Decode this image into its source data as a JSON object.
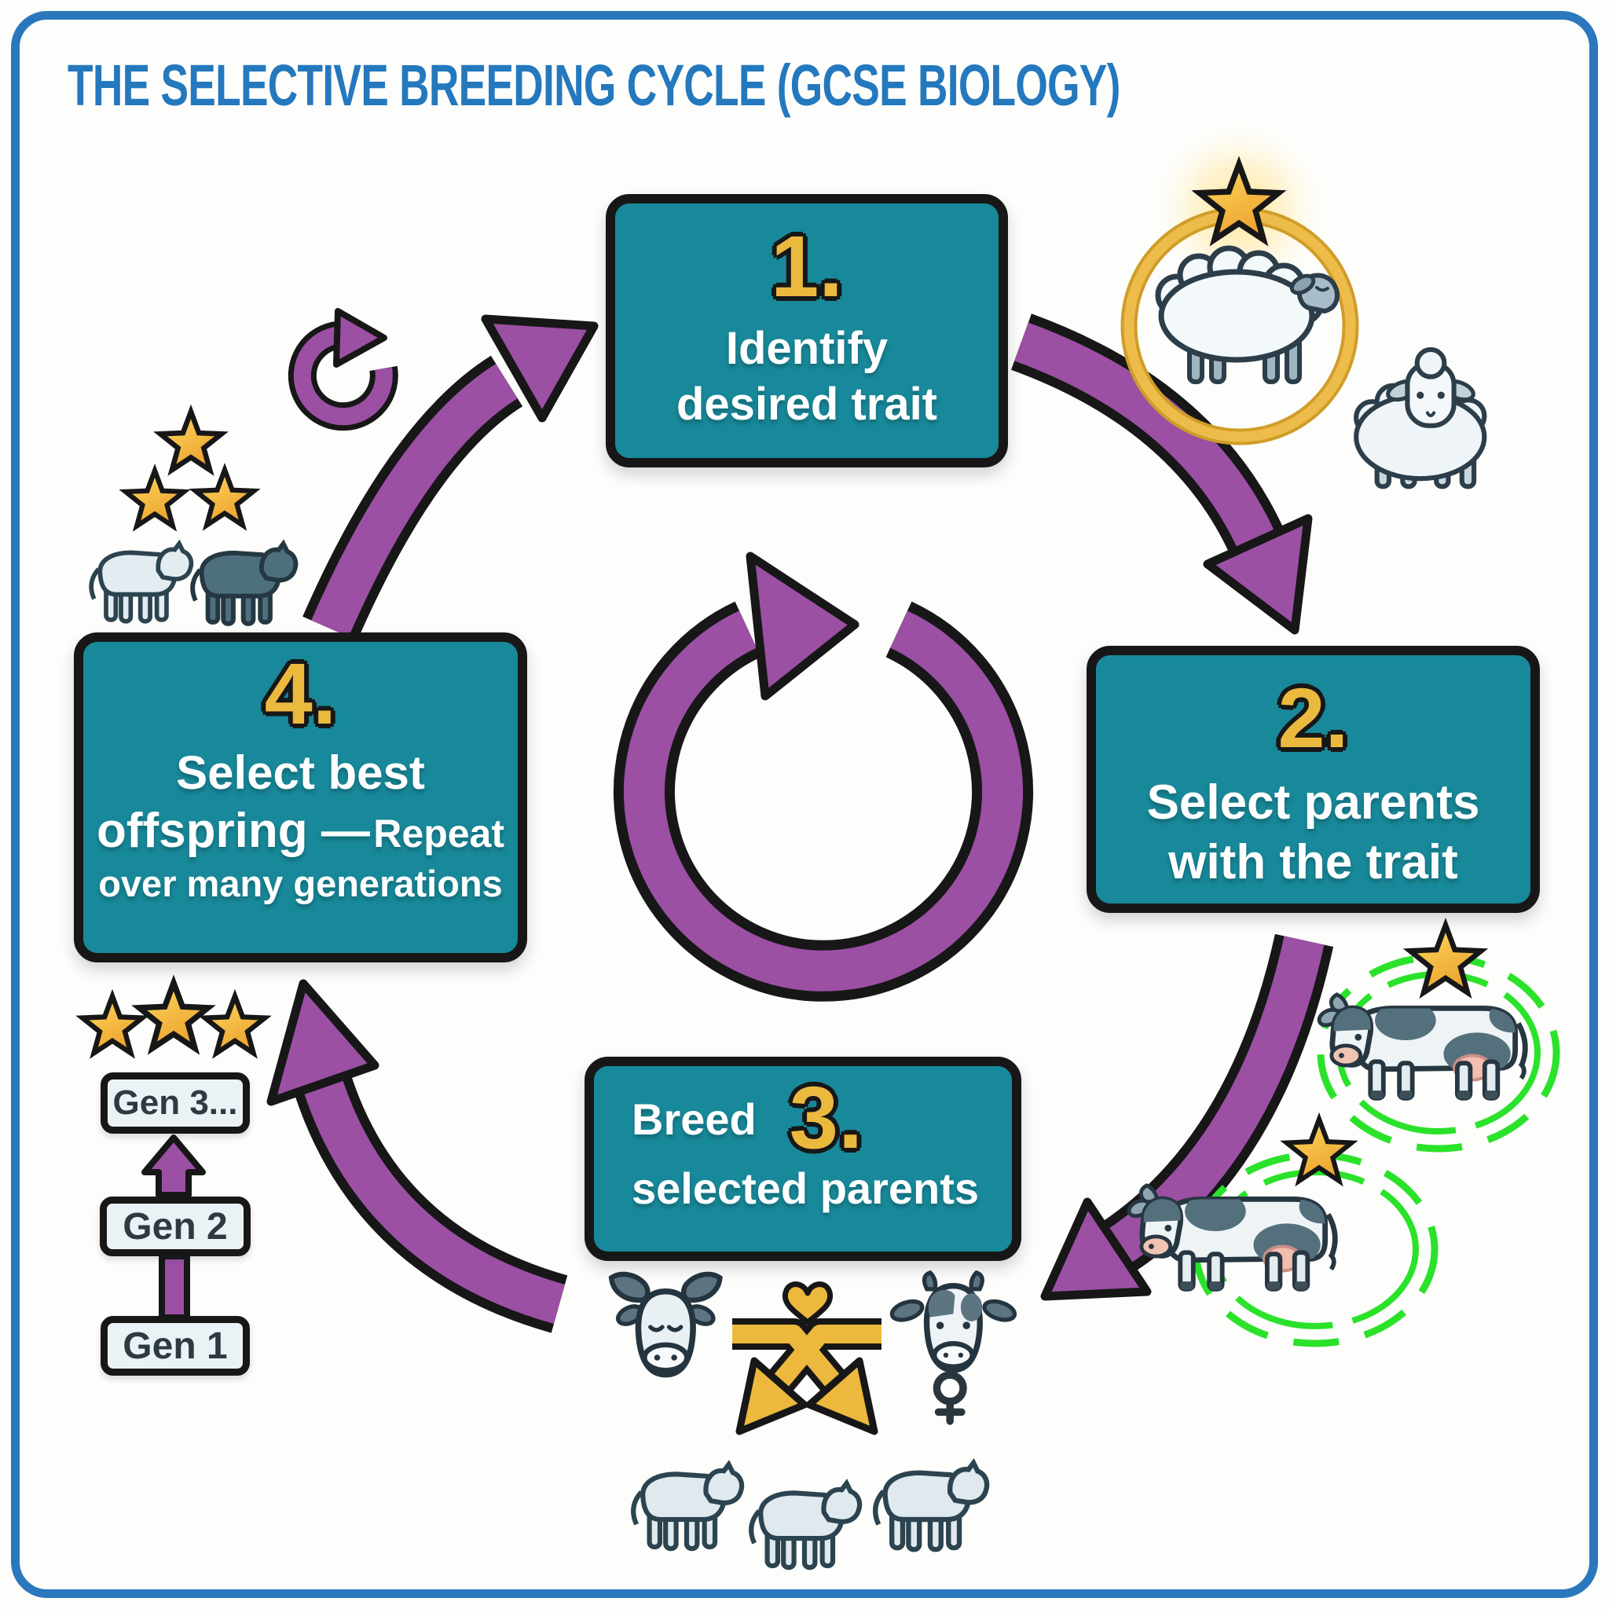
{
  "title": {
    "text": "THE SELECTIVE BREEDING CYCLE (GCSE BIOLOGY)"
  },
  "steps": [
    {
      "number": "1.",
      "line1": "Identify",
      "line2": "desired trait"
    },
    {
      "number": "2.",
      "line1": "Select parents",
      "line2": "with the trait"
    },
    {
      "number": "3.",
      "prefix": "Breed",
      "line2": "selected parents"
    },
    {
      "number": "4.",
      "line1": "Select best",
      "line2_main": "offspring —",
      "line2_sub": "Repeat",
      "line3": "over many generations"
    }
  ],
  "generations": {
    "gen1": "Gen 1",
    "gen2": "Gen 2",
    "gen3": "Gen 3..."
  },
  "colors": {
    "box_teal": "#18899a",
    "arrow_purple": "#9b50a4",
    "number_gold": "#ecb93f",
    "title_blue": "#2478be",
    "outline_black": "#171717",
    "highlight_green": "#2be22b",
    "prize_ring_gold": "#e6b239"
  },
  "icons": [
    "cycle-arrow-icon",
    "refresh-icon",
    "star-icon",
    "prize-sheep-icon",
    "sheep-icon",
    "prize-cow-icon",
    "bull-head-icon",
    "cow-head-icon",
    "female-symbol-icon",
    "heart-icon",
    "crossbreed-arrows-icon",
    "calf-icon",
    "generation-arrow-icon"
  ]
}
